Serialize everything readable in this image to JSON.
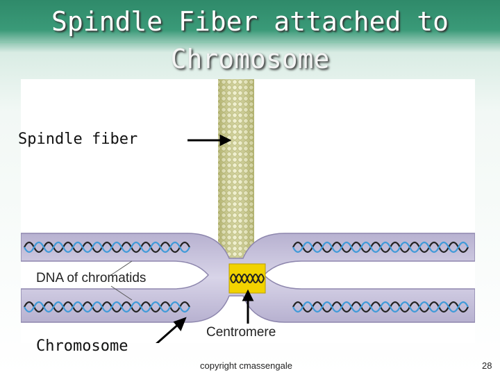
{
  "slide": {
    "title_line1": "Spindle Fiber attached to",
    "title_line2": "Chromosome",
    "labels": {
      "spindle_fiber": "Spindle fiber",
      "chromosome": "Chromosome",
      "dna_of_chromatids": "DNA of chromatids",
      "centromere": "Centromere"
    },
    "footer": {
      "copyright": "copyright cmassengale",
      "page_number": "28"
    }
  },
  "colors": {
    "header_green": "#2f8a6a",
    "chromatid_purple": "#c7c2db",
    "fiber_yellow": "#d8d890",
    "centromere_yellow": "#f2d300",
    "dna_blue": "#3f9ad8",
    "dna_dark": "#222222"
  }
}
